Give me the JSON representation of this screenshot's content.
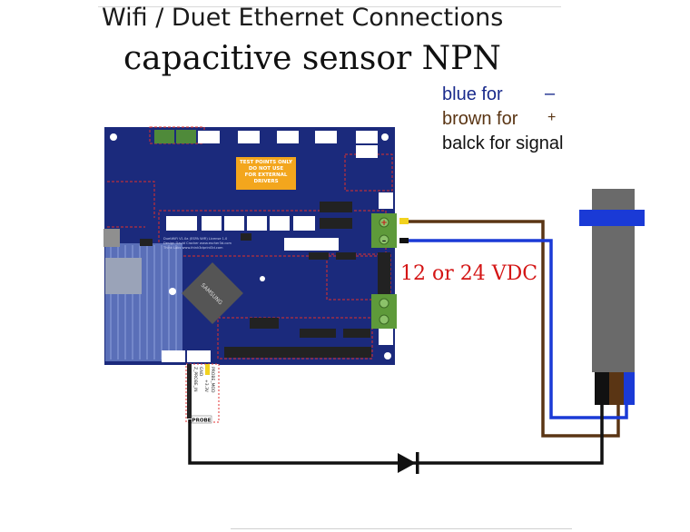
{
  "header": {
    "title": "Wifi / Duet Ethernet Connections",
    "subtitle": "capacitive sensor NPN"
  },
  "legend": {
    "blue_label": "blue for",
    "blue_symbol": "–",
    "brown_label": "brown  for",
    "brown_symbol": "+",
    "black_label": "balck for   signal"
  },
  "supply": {
    "label": "12 or 24 VDC",
    "plus": "+",
    "minus": "–"
  },
  "board": {
    "test_points": [
      "TEST POINTS ONLY",
      "DO NOT USE",
      "FOR EXTERNAL",
      "DRIVERS"
    ],
    "chip_label": "SAMSUNG",
    "info_lines": [
      "DuetWiFi V1.0a (ESPA WiFi) License 1.0",
      "Design David Crocker www.escher3d.com",
      "Think Labs www.think3dprint3d.com"
    ],
    "pin_labels": [
      "Z_PROBE_IN",
      "GND",
      "PROBE_MOD",
      "+3.3V"
    ],
    "probe_tag": "PROBE"
  },
  "colors": {
    "board": "#1b2a7c",
    "blue_wire": "#1a3ad6",
    "brown_wire": "#5a3514",
    "black_wire": "#111111",
    "sensor_body": "#6a6a6a",
    "sensor_ring": "#1a3ad6",
    "warning_label": "#f3a61d",
    "terminal": "#5e9a3a"
  }
}
